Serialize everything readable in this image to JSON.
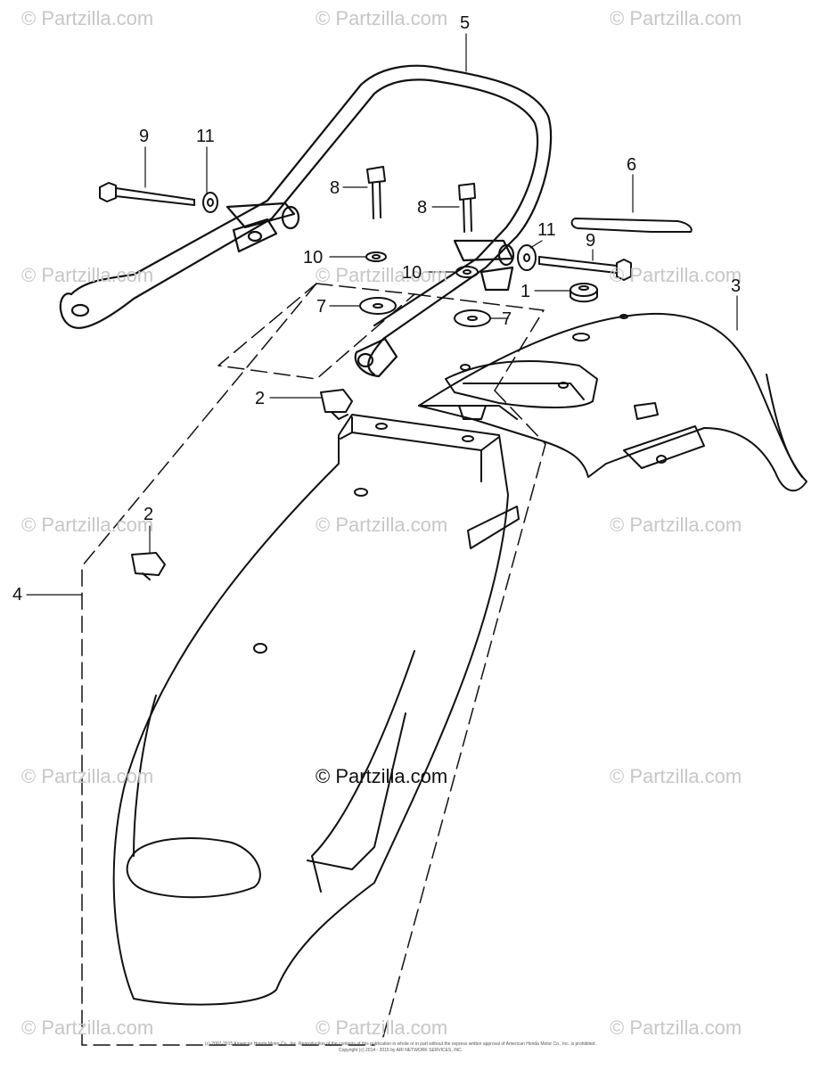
{
  "watermark": "© Partzilla.com",
  "callouts": {
    "c1": "1",
    "c2a": "2",
    "c2b": "2",
    "c3": "3",
    "c4": "4",
    "c5": "5",
    "c6": "6",
    "c7a": "7",
    "c7b": "7",
    "c8a": "8",
    "c8b": "8",
    "c9a": "9",
    "c9b": "9",
    "c10a": "10",
    "c10b": "10",
    "c11a": "11",
    "c11b": "11"
  },
  "footer": {
    "line1": "(c) 2007-2015 American Honda Motor Co., Inc. Reproduction of the contents of this publication in whole or in part without the express written approval of American Honda Motor Co., Inc. is prohibited.",
    "line2": "Copyright (c) 2014 - 2015 by ARI NETWORK SERVICES, INC."
  }
}
